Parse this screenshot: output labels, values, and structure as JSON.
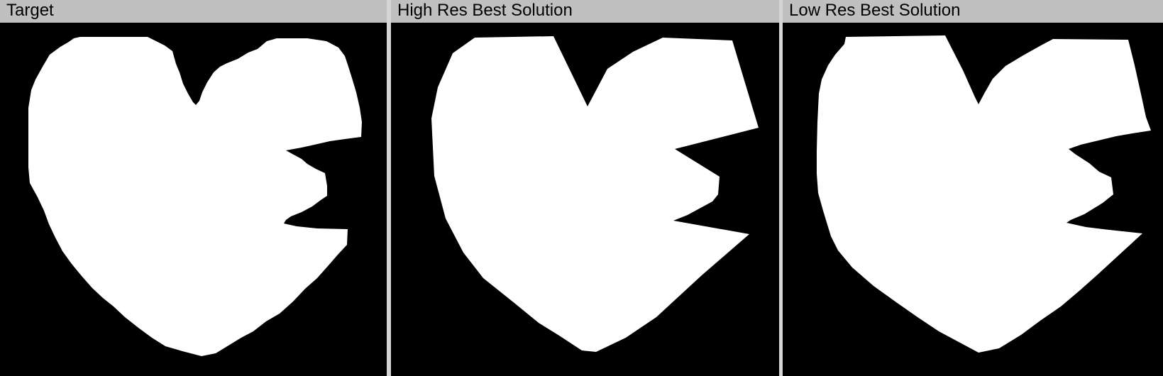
{
  "panels": [
    {
      "title": "Target"
    },
    {
      "title": "High Res Best Solution"
    },
    {
      "title": "Low Res Best Solution"
    }
  ],
  "colors": {
    "header_background": "#c0c0c0",
    "canvas_background": "#000000",
    "shape_fill": "#ffffff",
    "divider": "#d4d4d4"
  }
}
